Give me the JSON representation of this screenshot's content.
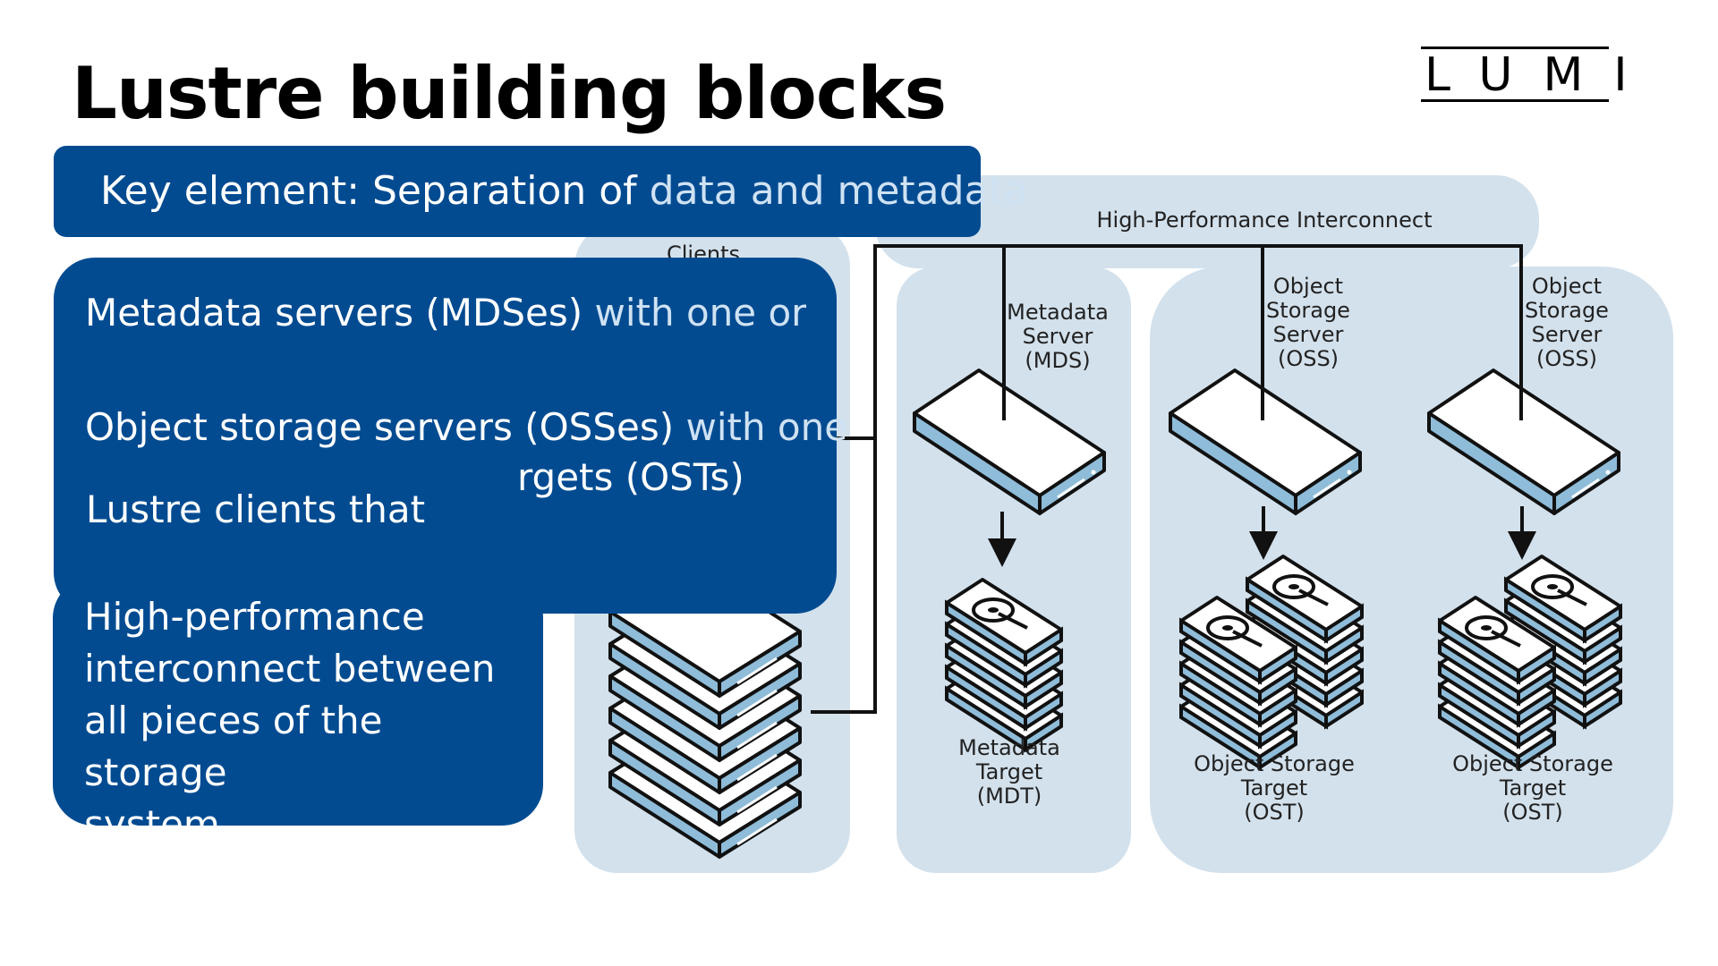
{
  "slide": {
    "title": "Lustre building blocks",
    "logo": "LUMI"
  },
  "key_element": {
    "lead": "Key element: Separation of",
    "emphasis": "data and metadata"
  },
  "points": {
    "mds_lead": "Metadata servers (MDSes)",
    "mds_tail": "with one or",
    "oss_lead": "Object storage servers (OSSes)",
    "oss_tail": "with one",
    "ost_fragment": "rgets (OSTs)",
    "clients_lead": "Lustre clients that",
    "hpc_line1": "High-performance",
    "hpc_line2": "interconnect between",
    "hpc_line3": "all pieces of the storage",
    "hpc_line4": "system"
  },
  "diagram": {
    "interconnect_label": "High-Performance Interconnect",
    "clients_label": "Clients",
    "mds": {
      "l1": "Metadata",
      "l2": "Server",
      "l3": "(MDS)"
    },
    "oss1": {
      "l1": "Object",
      "l2": "Storage",
      "l3": "Server",
      "l4": "(OSS)"
    },
    "oss2": {
      "l1": "Object",
      "l2": "Storage",
      "l3": "Server",
      "l4": "(OSS)"
    },
    "mdt": {
      "l1": "Metadata",
      "l2": "Target",
      "l3": "(MDT)"
    },
    "ost1": {
      "l1": "Object Storage",
      "l2": "Target",
      "l3": "(OST)"
    },
    "ost2": {
      "l1": "Object Storage",
      "l2": "Target",
      "l3": "(OST)"
    }
  },
  "colors": {
    "panel": "#d3e1ec",
    "box": "#024b91",
    "device": "#8fbcd8",
    "emphasis_text": "#cfe2f3"
  }
}
